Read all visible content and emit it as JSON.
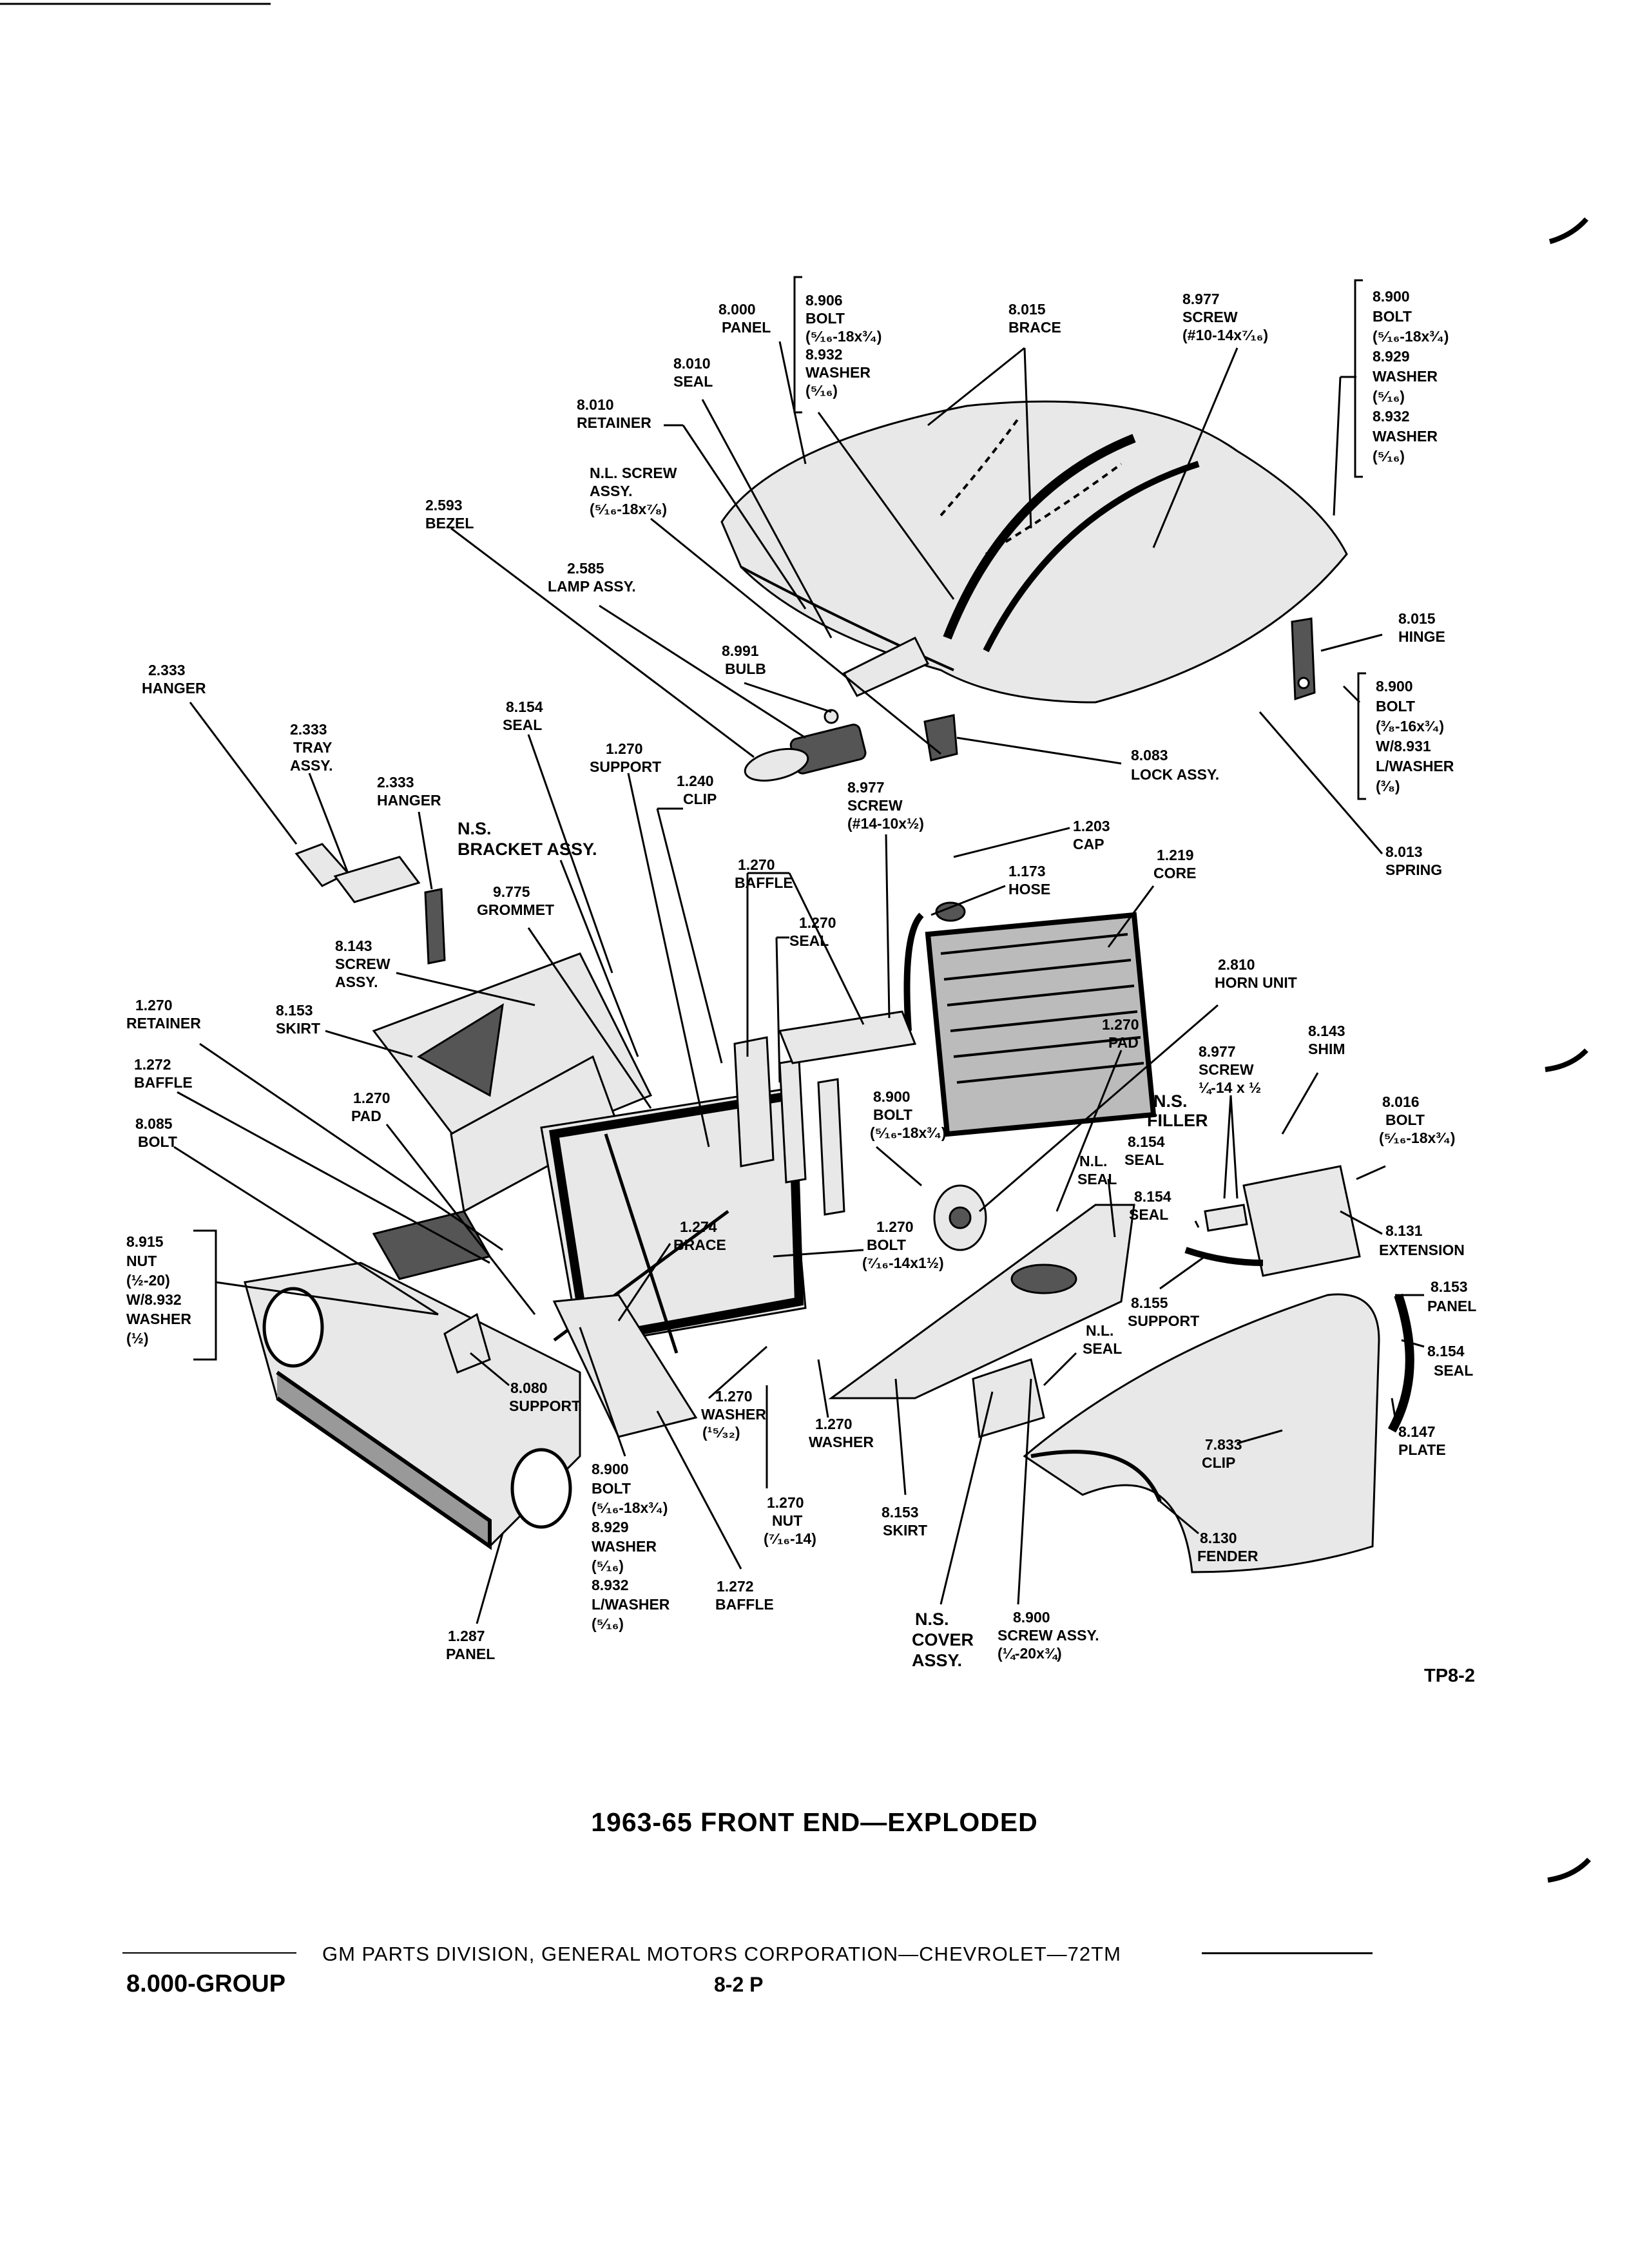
{
  "diagram_title": "1963-65 FRONT END—EXPLODED",
  "figure_code": "TP8-2",
  "footer": {
    "publisher": "GM PARTS DIVISION, GENERAL MOTORS CORPORATION—CHEVROLET—72TM",
    "group": "8.000-GROUP",
    "page": "8-2 P"
  },
  "callouts": [
    {
      "id": "c1",
      "lines": [
        "8.000",
        "PANEL"
      ]
    },
    {
      "id": "c2",
      "lines": [
        "8.906",
        "BOLT",
        "(⁵⁄₁₆-18x³⁄₄)",
        "8.932",
        "WASHER",
        "(⁵⁄₁₆)"
      ]
    },
    {
      "id": "c3",
      "lines": [
        "8.015",
        "BRACE"
      ]
    },
    {
      "id": "c4",
      "lines": [
        "8.977",
        "SCREW",
        "(#10-14x⁷⁄₁₆)"
      ]
    },
    {
      "id": "c5",
      "lines": [
        "8.900",
        "BOLT",
        "(⁵⁄₁₆-18x³⁄₄)",
        "8.929",
        "WASHER",
        "(⁵⁄₁₆)",
        "8.932",
        "WASHER",
        "(⁵⁄₁₆)"
      ]
    },
    {
      "id": "c6",
      "lines": [
        "8.010",
        "SEAL"
      ]
    },
    {
      "id": "c7",
      "lines": [
        "8.010",
        "RETAINER"
      ]
    },
    {
      "id": "c8",
      "lines": [
        "N.L. SCREW",
        "ASSY.",
        "(⁵⁄₁₆-18x⁷⁄₈)"
      ]
    },
    {
      "id": "c9",
      "lines": [
        "2.593",
        "BEZEL"
      ]
    },
    {
      "id": "c10",
      "lines": [
        "2.585",
        "LAMP ASSY."
      ]
    },
    {
      "id": "c11",
      "lines": [
        "8.015",
        "HINGE"
      ]
    },
    {
      "id": "c12",
      "lines": [
        "8.991",
        "BULB"
      ]
    },
    {
      "id": "c13",
      "lines": [
        "2.333",
        "HANGER"
      ]
    },
    {
      "id": "c14",
      "lines": [
        "8.900",
        "BOLT",
        "(³⁄₈-16x³⁄₄)",
        "W/8.931",
        "L/WASHER",
        "(³⁄₈)"
      ]
    },
    {
      "id": "c15",
      "lines": [
        "8.154",
        "SEAL"
      ]
    },
    {
      "id": "c16",
      "lines": [
        "2.333",
        "TRAY",
        "ASSY."
      ]
    },
    {
      "id": "c17",
      "lines": [
        "1.270",
        "SUPPORT"
      ]
    },
    {
      "id": "c18",
      "lines": [
        "1.240",
        "CLIP"
      ]
    },
    {
      "id": "c19",
      "lines": [
        "8.083",
        "LOCK ASSY."
      ]
    },
    {
      "id": "c20",
      "lines": [
        "2.333",
        "HANGER"
      ]
    },
    {
      "id": "c21",
      "lines": [
        "8.977",
        "SCREW",
        "(#14-10x½)"
      ]
    },
    {
      "id": "c22",
      "lines": [
        "N.S.",
        "BRACKET ASSY."
      ]
    },
    {
      "id": "c23",
      "lines": [
        "1.203",
        "CAP"
      ]
    },
    {
      "id": "c24",
      "lines": [
        "8.013",
        "SPRING"
      ]
    },
    {
      "id": "c25",
      "lines": [
        "1.270",
        "BAFFLE"
      ]
    },
    {
      "id": "c26",
      "lines": [
        "1.173",
        "HOSE"
      ]
    },
    {
      "id": "c27",
      "lines": [
        "1.219",
        "CORE"
      ]
    },
    {
      "id": "c28",
      "lines": [
        "9.775",
        "GROMMET"
      ]
    },
    {
      "id": "c29",
      "lines": [
        "1.270",
        "SEAL"
      ]
    },
    {
      "id": "c30",
      "lines": [
        "8.143",
        "SCREW",
        "ASSY."
      ]
    },
    {
      "id": "c31",
      "lines": [
        "2.810",
        "HORN UNIT"
      ]
    },
    {
      "id": "c32",
      "lines": [
        "1.270",
        "RETAINER"
      ]
    },
    {
      "id": "c33",
      "lines": [
        "8.153",
        "SKIRT"
      ]
    },
    {
      "id": "c34",
      "lines": [
        "1.270",
        "PAD"
      ]
    },
    {
      "id": "c35",
      "lines": [
        "8.143",
        "SHIM"
      ]
    },
    {
      "id": "c36",
      "lines": [
        "1.272",
        "BAFFLE"
      ]
    },
    {
      "id": "c37",
      "lines": [
        "8.977",
        "SCREW",
        "¼-14 x ½"
      ]
    },
    {
      "id": "c38",
      "lines": [
        "1.270",
        "PAD"
      ]
    },
    {
      "id": "c39",
      "lines": [
        "8.085",
        "BOLT"
      ]
    },
    {
      "id": "c40",
      "lines": [
        "8.900",
        "BOLT",
        "(⁵⁄₁₆-18x³⁄₄)"
      ]
    },
    {
      "id": "c41",
      "lines": [
        "N.S.",
        "FILLER"
      ]
    },
    {
      "id": "c42",
      "lines": [
        "8.016",
        "BOLT",
        "(⁵⁄₁₆-18x³⁄₄)"
      ]
    },
    {
      "id": "c43",
      "lines": [
        "8.154",
        "SEAL"
      ]
    },
    {
      "id": "c44",
      "lines": [
        "N.L.",
        "SEAL"
      ]
    },
    {
      "id": "c45",
      "lines": [
        "8.154",
        "SEAL"
      ]
    },
    {
      "id": "c46",
      "lines": [
        "8.915",
        "NUT",
        "(½-20)",
        "W/8.932",
        "WASHER",
        "(½)"
      ]
    },
    {
      "id": "c47",
      "lines": [
        "1.274",
        "BRACE"
      ]
    },
    {
      "id": "c48",
      "lines": [
        "1.270",
        "BOLT",
        "(⁷⁄₁₆-14x1½)"
      ]
    },
    {
      "id": "c49",
      "lines": [
        "8.131",
        "EXTENSION"
      ]
    },
    {
      "id": "c50",
      "lines": [
        "8.153",
        "PANEL"
      ]
    },
    {
      "id": "c51",
      "lines": [
        "8.155",
        "SUPPORT"
      ]
    },
    {
      "id": "c52",
      "lines": [
        "N.L.",
        "SEAL"
      ]
    },
    {
      "id": "c53",
      "lines": [
        "8.154",
        "SEAL"
      ]
    },
    {
      "id": "c54",
      "lines": [
        "8.080",
        "SUPPORT"
      ]
    },
    {
      "id": "c55",
      "lines": [
        "1.270",
        "WASHER",
        "(¹⁵⁄₃₂)"
      ]
    },
    {
      "id": "c56",
      "lines": [
        "1.270",
        "WASHER"
      ]
    },
    {
      "id": "c57",
      "lines": [
        "8.147",
        "PLATE"
      ]
    },
    {
      "id": "c58",
      "lines": [
        "7.833",
        "CLIP"
      ]
    },
    {
      "id": "c59",
      "lines": [
        "8.900",
        "BOLT",
        "(⁵⁄₁₆-18x³⁄₄)",
        "8.929",
        "WASHER",
        "(⁵⁄₁₆)",
        "8.932",
        "L/WASHER",
        "(⁵⁄₁₆)"
      ]
    },
    {
      "id": "c60",
      "lines": [
        "1.270",
        "NUT",
        "(⁷⁄₁₆-14)"
      ]
    },
    {
      "id": "c61",
      "lines": [
        "8.153",
        "SKIRT"
      ]
    },
    {
      "id": "c62",
      "lines": [
        "8.130",
        "FENDER"
      ]
    },
    {
      "id": "c63",
      "lines": [
        "1.272",
        "BAFFLE"
      ]
    },
    {
      "id": "c64",
      "lines": [
        "1.287",
        "PANEL"
      ]
    },
    {
      "id": "c65",
      "lines": [
        "N.S.",
        "COVER",
        "ASSY."
      ]
    },
    {
      "id": "c66",
      "lines": [
        "8.900",
        "SCREW ASSY.",
        "(¼-20x¾)"
      ]
    }
  ]
}
